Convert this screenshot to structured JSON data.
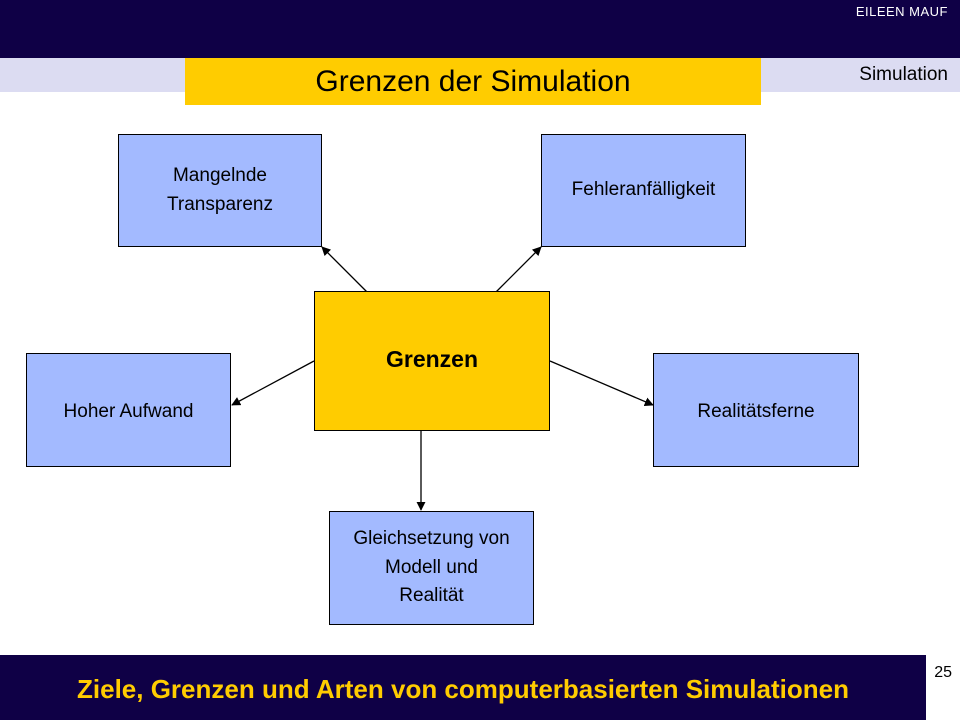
{
  "header": {
    "author": "EILEEN MAUF",
    "section": "Simulation",
    "title": "Grenzen der Simulation"
  },
  "diagram": {
    "center": "Grenzen",
    "nodes": {
      "transparency": "Mangelnde\nTransparenz",
      "errors": "Fehleranfälligkeit",
      "effort": "Hoher Aufwand",
      "reality_distance": "Realitätsferne",
      "equation": "Gleichsetzung von\nModell und\nRealität"
    }
  },
  "footer": {
    "text": "Ziele, Grenzen und Arten von computerbasierten  Simulationen",
    "page_number": "25"
  },
  "colors": {
    "navy": "#0f0046",
    "yellow": "#ffcc00",
    "node_blue": "#a3baff",
    "subbar": "#dcdcf2"
  }
}
